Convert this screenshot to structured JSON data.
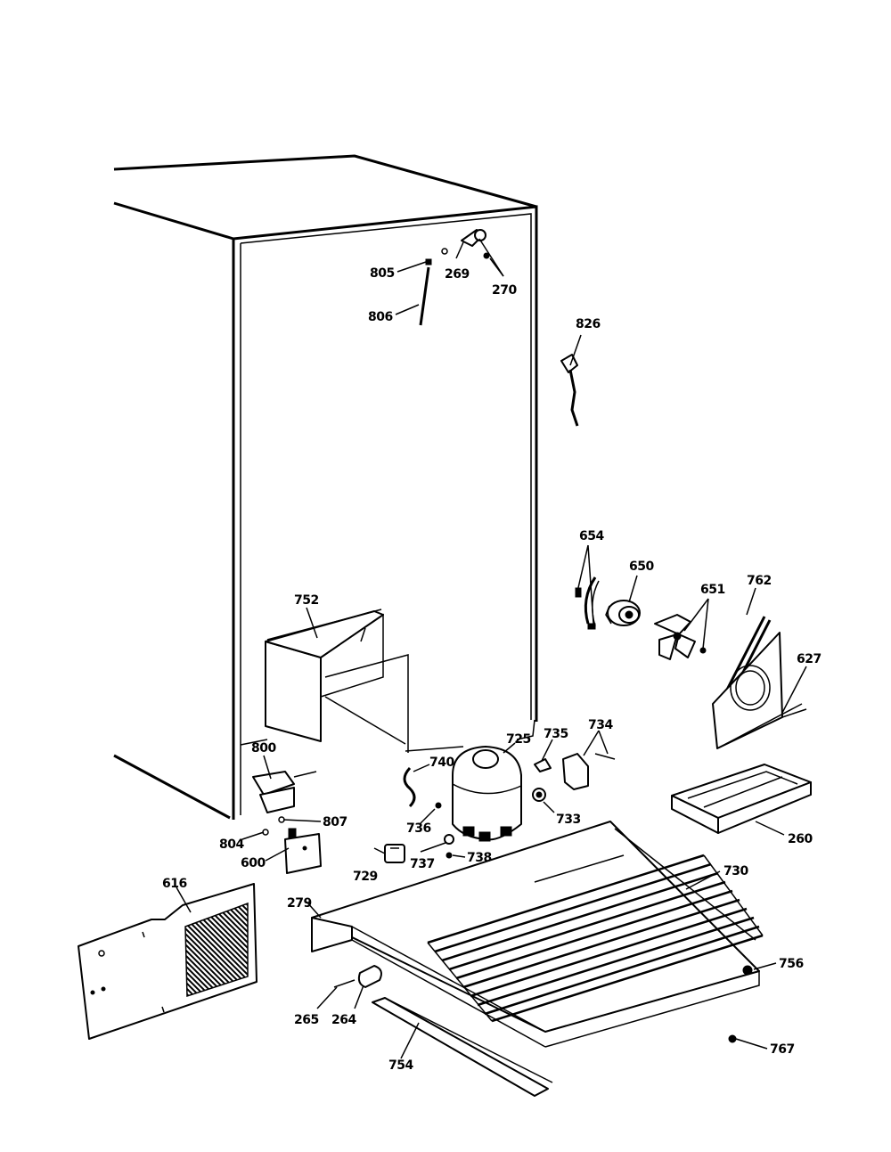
{
  "callouts": {
    "c805": "805",
    "c806": "806",
    "c269": "269",
    "c270": "270",
    "c826": "826",
    "c654": "654",
    "c650": "650",
    "c651": "651",
    "c762": "762",
    "c627": "627",
    "c752": "752",
    "c800": "800",
    "c807": "807",
    "c804": "804",
    "c600": "600",
    "c740": "740",
    "c725": "725",
    "c735": "735",
    "c734": "734",
    "c736": "736",
    "c733": "733",
    "c737": "737",
    "c738": "738",
    "c729": "729",
    "c260": "260",
    "c730": "730",
    "c279": "279",
    "c616": "616",
    "c756": "756",
    "c265": "265",
    "c264": "264",
    "c754": "754",
    "c767": "767"
  }
}
